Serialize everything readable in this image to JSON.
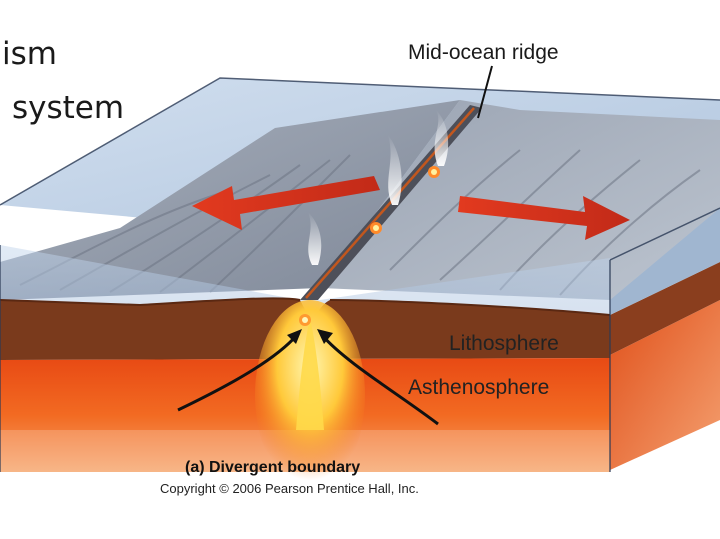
{
  "slide": {
    "heading_line1": "ism",
    "heading_line2": "system"
  },
  "diagram": {
    "ridge_label": "Mid-ocean ridge",
    "lithosphere_label": "Lithosphere",
    "asthenosphere_label": "Asthenosphere",
    "caption": "(a) Divergent boundary",
    "copyright": "Copyright © 2006 Pearson Prentice Hall, Inc."
  },
  "colors": {
    "ocean_water": "#b9cde3",
    "sea_floor": "#8e97a6",
    "lithosphere": "#7a3a1c",
    "asthenosphere": "#f2571c",
    "magma": "#ffcc33",
    "arrow": "#d8331d"
  }
}
